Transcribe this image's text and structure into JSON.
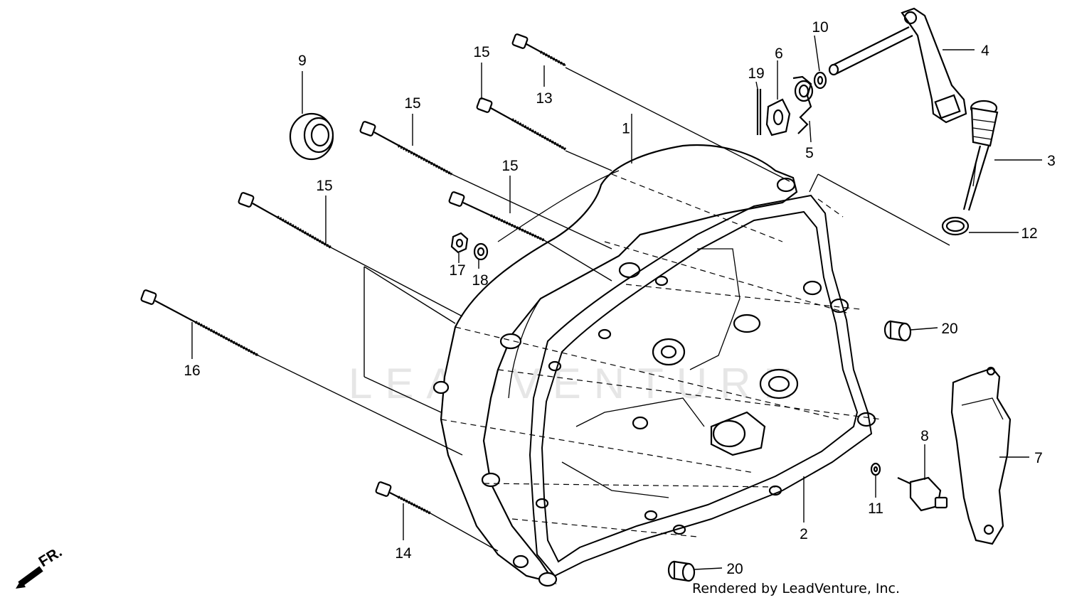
{
  "diagram": {
    "watermark": "LEADVENTURE",
    "credit": "Rendered by LeadVenture, Inc.",
    "direction_label": "FR.",
    "callouts": [
      {
        "id": "c1",
        "label": "1"
      },
      {
        "id": "c2",
        "label": "2"
      },
      {
        "id": "c3",
        "label": "3"
      },
      {
        "id": "c4",
        "label": "4"
      },
      {
        "id": "c5",
        "label": "5"
      },
      {
        "id": "c6",
        "label": "6"
      },
      {
        "id": "c7",
        "label": "7"
      },
      {
        "id": "c8",
        "label": "8"
      },
      {
        "id": "c9",
        "label": "9"
      },
      {
        "id": "c10",
        "label": "10"
      },
      {
        "id": "c11",
        "label": "11"
      },
      {
        "id": "c12",
        "label": "12"
      },
      {
        "id": "c13",
        "label": "13"
      },
      {
        "id": "c14",
        "label": "14"
      },
      {
        "id": "c15a",
        "label": "15"
      },
      {
        "id": "c15b",
        "label": "15"
      },
      {
        "id": "c15c",
        "label": "15"
      },
      {
        "id": "c15d",
        "label": "15"
      },
      {
        "id": "c16",
        "label": "16"
      },
      {
        "id": "c17",
        "label": "17"
      },
      {
        "id": "c18",
        "label": "18"
      },
      {
        "id": "c19",
        "label": "19"
      },
      {
        "id": "c20a",
        "label": "20"
      },
      {
        "id": "c20b",
        "label": "20"
      }
    ]
  }
}
